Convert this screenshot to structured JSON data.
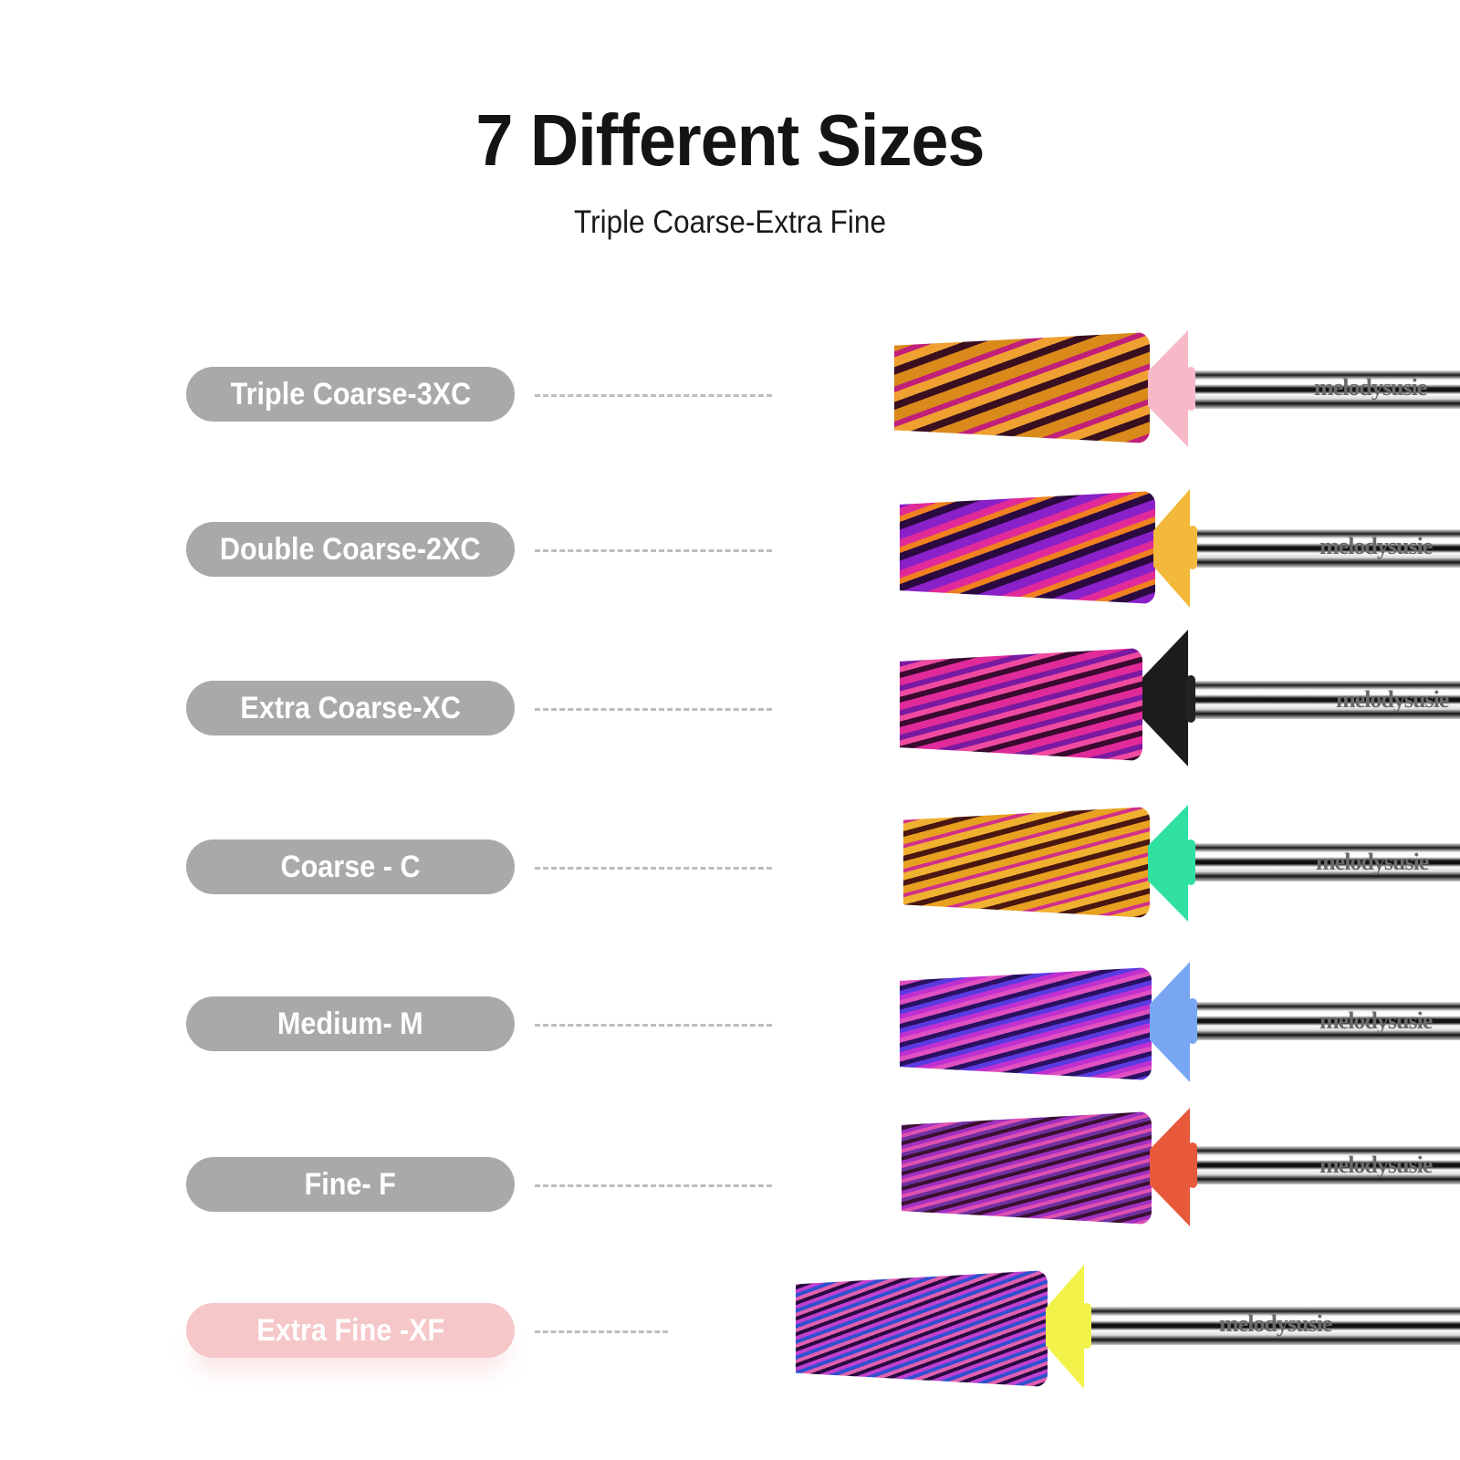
{
  "header": {
    "title": "7 Different Sizes",
    "subtitle": "Triple Coarse-Extra Fine"
  },
  "brand_text": "melodysusie",
  "grits": [
    {
      "label": "Triple Coarse-3XC",
      "collar_color": "#f7b8c8",
      "highlight": false
    },
    {
      "label": "Double Coarse-2XC",
      "collar_color": "#f2b93a",
      "highlight": false
    },
    {
      "label": "Extra Coarse-XC",
      "collar_color": "#1c1c1c",
      "highlight": false
    },
    {
      "label": "Coarse - C",
      "collar_color": "#2fe0a0",
      "highlight": false
    },
    {
      "label": "Medium- M",
      "collar_color": "#78a6f2",
      "highlight": false
    },
    {
      "label": "Fine- F",
      "collar_color": "#e8583a",
      "highlight": false
    },
    {
      "label": "Extra Fine -XF",
      "collar_color": "#f2f24a",
      "highlight": true
    }
  ],
  "colors": {
    "pill_default": "#a9a9a9",
    "pill_highlight": "#f5c7c8",
    "dash": "#bdbdbd",
    "title": "#141414"
  }
}
